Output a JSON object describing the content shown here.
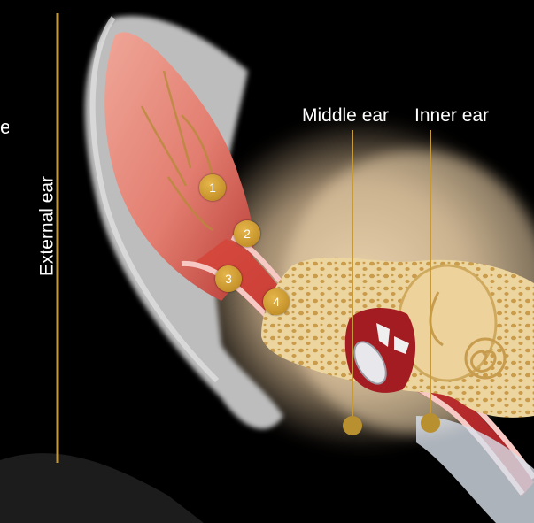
{
  "labels": {
    "external_ear": "External ear",
    "middle_ear": "Middle ear",
    "inner_ear": "Inner ear",
    "partial_left": "e"
  },
  "markers": [
    {
      "id": "marker-1",
      "text": "1"
    },
    {
      "id": "marker-2",
      "text": "2"
    },
    {
      "id": "marker-3",
      "text": "3"
    },
    {
      "id": "marker-4",
      "text": "4"
    }
  ],
  "colors": {
    "background": "#000000",
    "guide_line": "#c69a3a",
    "marker_gold": "#c5922a",
    "fur": "#cfcfcf",
    "ear_pink": "#e58f83",
    "ear_red": "#b7292a",
    "bone": "#e9cf97",
    "skin_glow": "#f1d9b6"
  }
}
